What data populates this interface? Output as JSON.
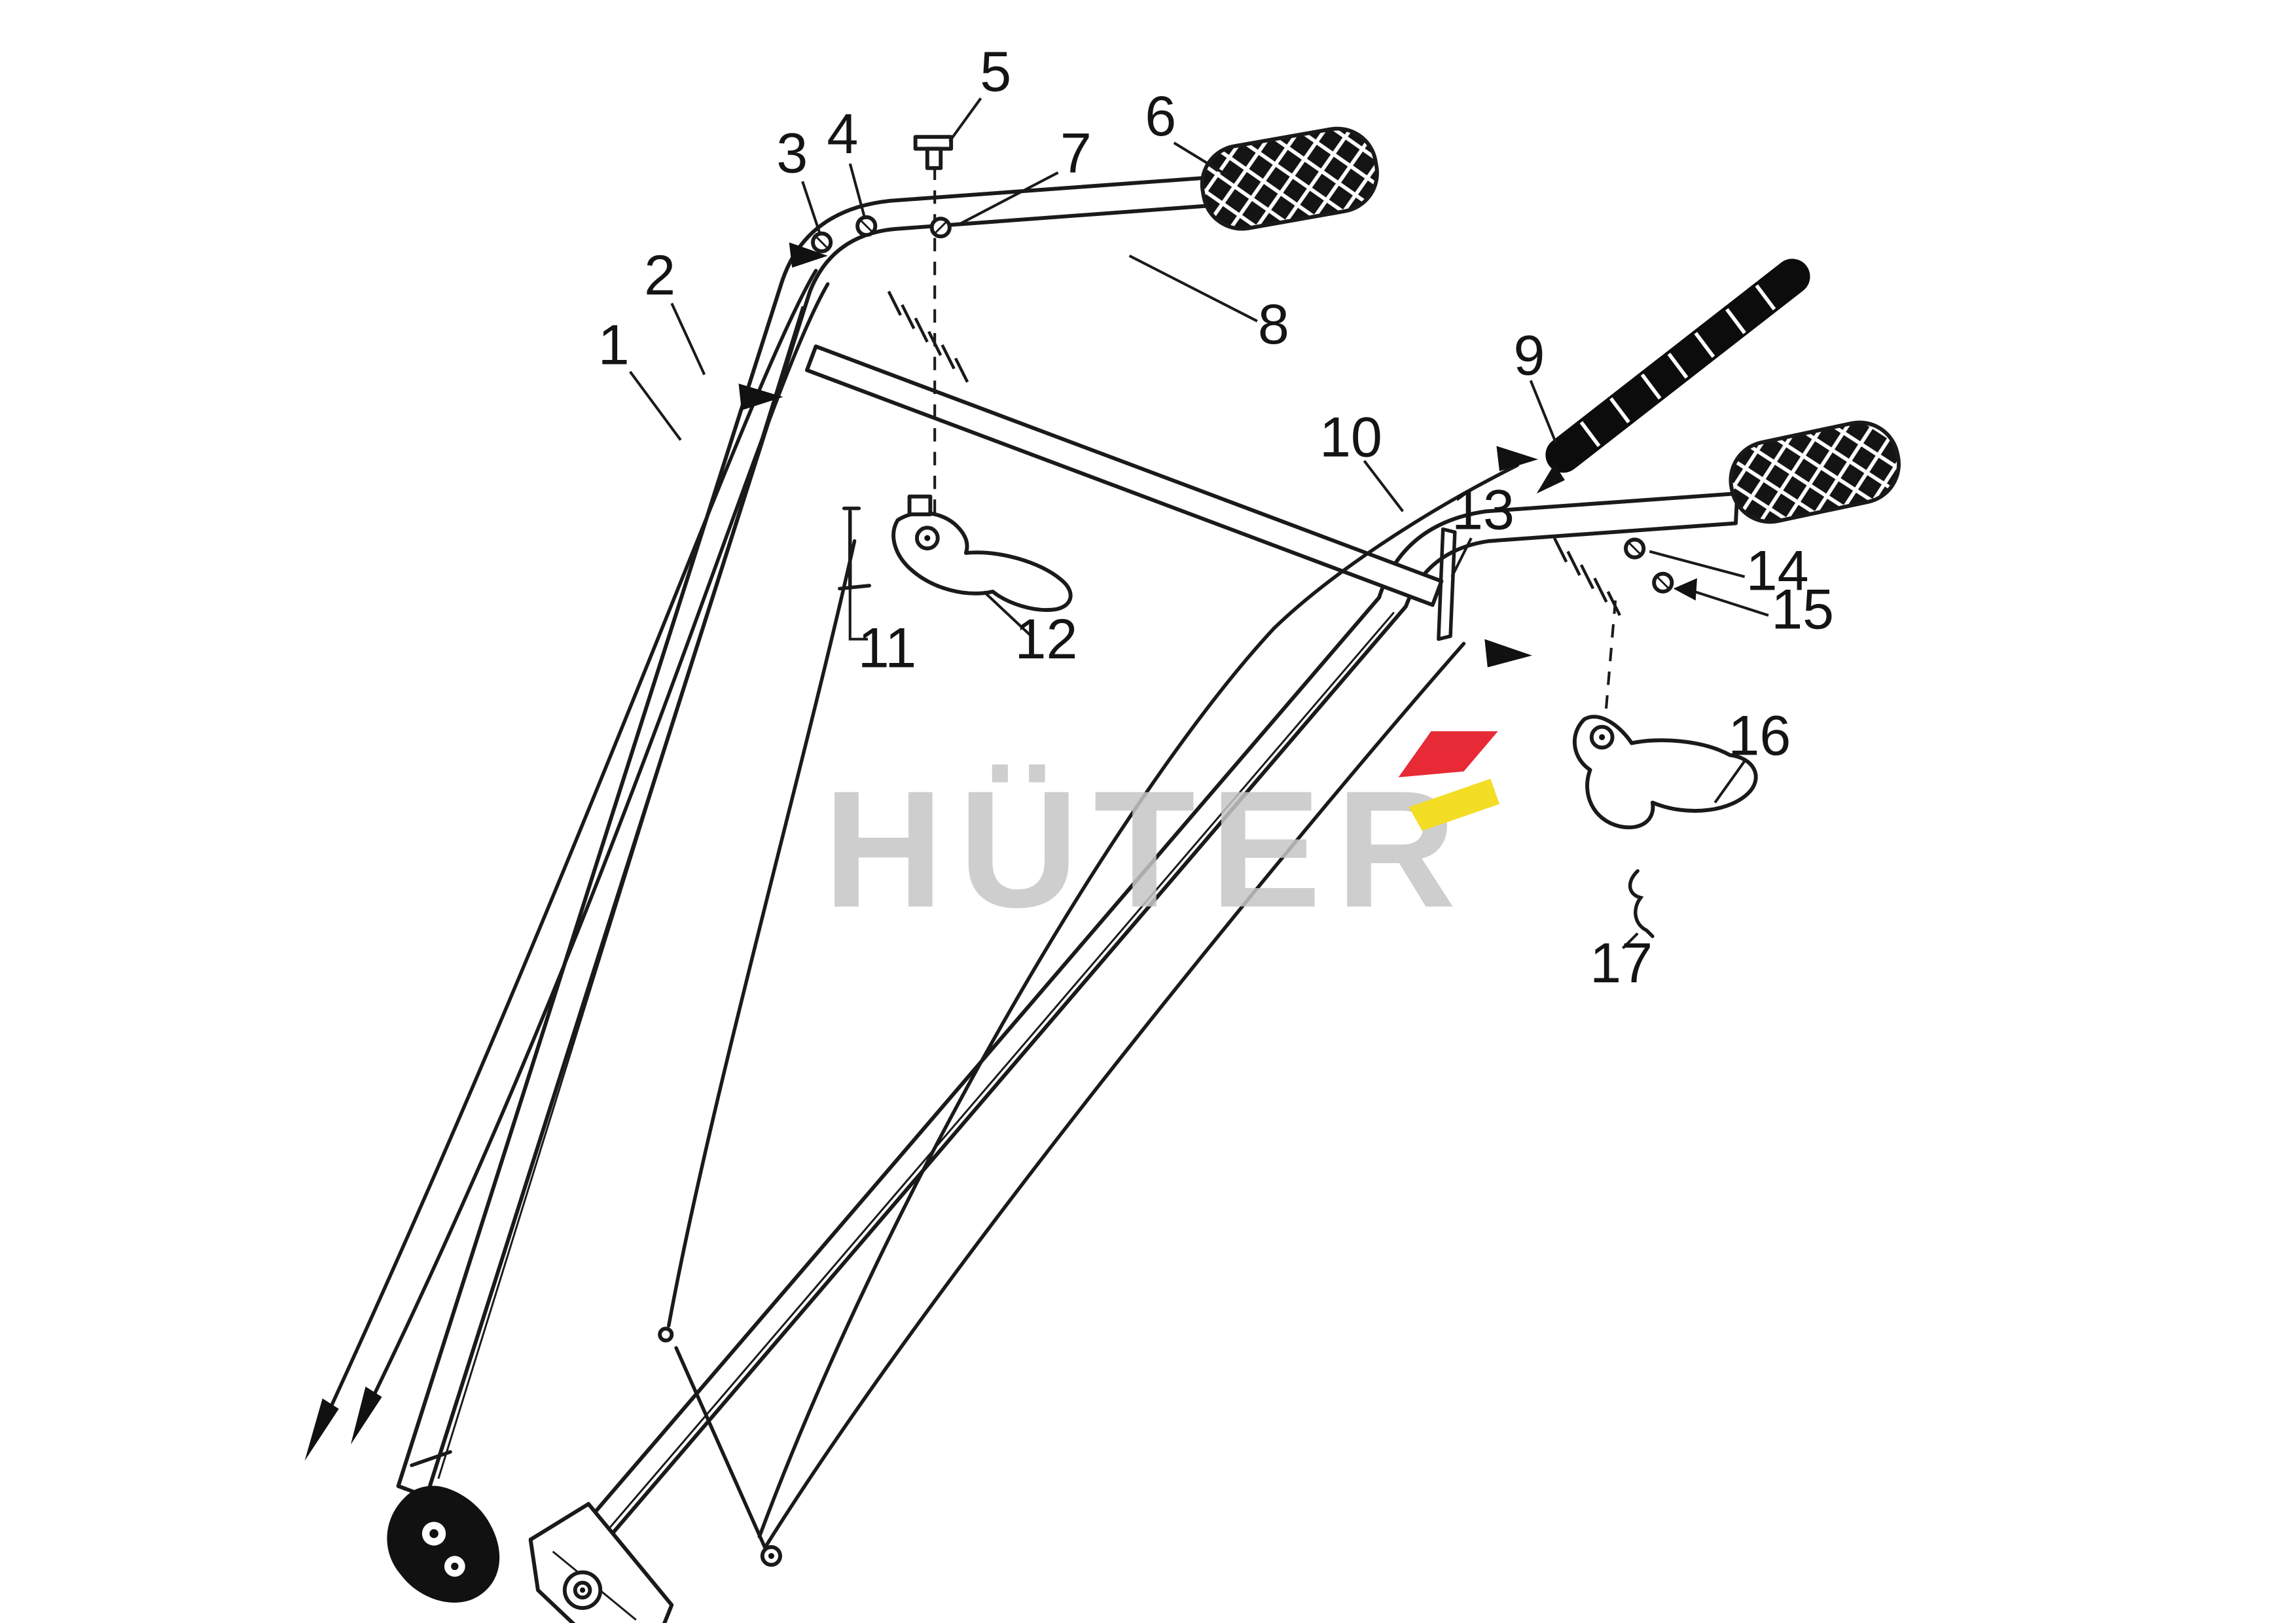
{
  "diagram": {
    "callouts": [
      "1",
      "2",
      "3",
      "4",
      "5",
      "6",
      "7",
      "8",
      "9",
      "10",
      "11",
      "12",
      "13",
      "14",
      "15",
      "16",
      "17"
    ],
    "watermark": {
      "text": "HÜTER"
    },
    "colors": {
      "line": "#1a1a1a",
      "watermark_gray": "#c6c6c6",
      "brand_red": "#e30613",
      "brand_yellow": "#f2d800",
      "grip_black": "#141414",
      "background": "#ffffff"
    },
    "icons": {
      "brand_flag": "brand-flag-icon"
    }
  }
}
